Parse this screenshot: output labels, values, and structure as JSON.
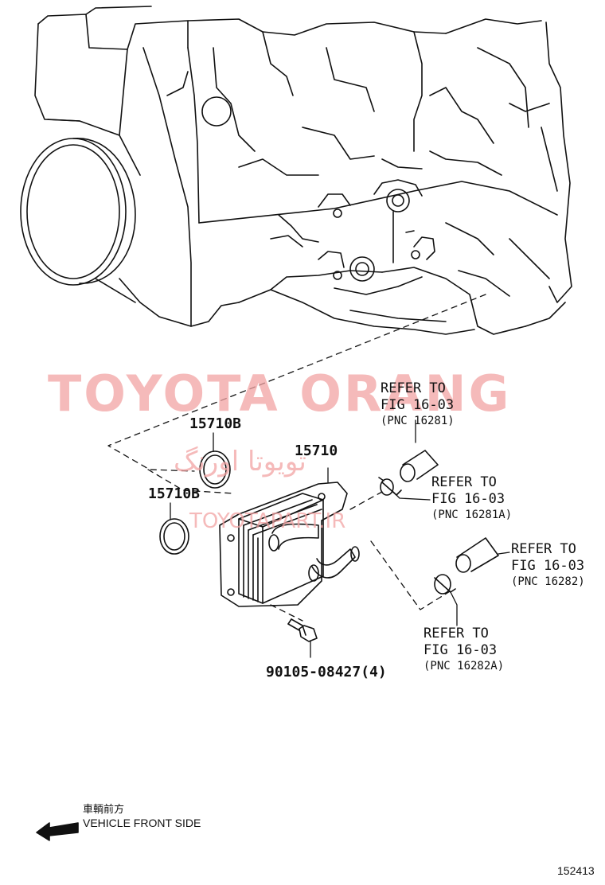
{
  "watermark": {
    "main": "TOYOTA ORANG",
    "farsi": "تویوتا اورنگ",
    "url": "TOYOTAPART.IR"
  },
  "parts": {
    "oring_upper": "15710B",
    "oring_lower": "15710B",
    "oil_cooler": "15710",
    "bolt": "90105-08427(4)"
  },
  "references": [
    {
      "line1": "REFER TO",
      "line2": "FIG 16-03",
      "line3": "(PNC 16281)"
    },
    {
      "line1": "REFER TO",
      "line2": "FIG 16-03",
      "line3": "(PNC 16281A)"
    },
    {
      "line1": "REFER TO",
      "line2": "FIG 16-03",
      "line3": "(PNC 16282)"
    },
    {
      "line1": "REFER TO",
      "line2": "FIG 16-03",
      "line3": "(PNC 16282A)"
    }
  ],
  "front": {
    "japanese": "車輌前方",
    "english": "VEHICLE FRONT SIDE"
  },
  "figure_number": "152413"
}
